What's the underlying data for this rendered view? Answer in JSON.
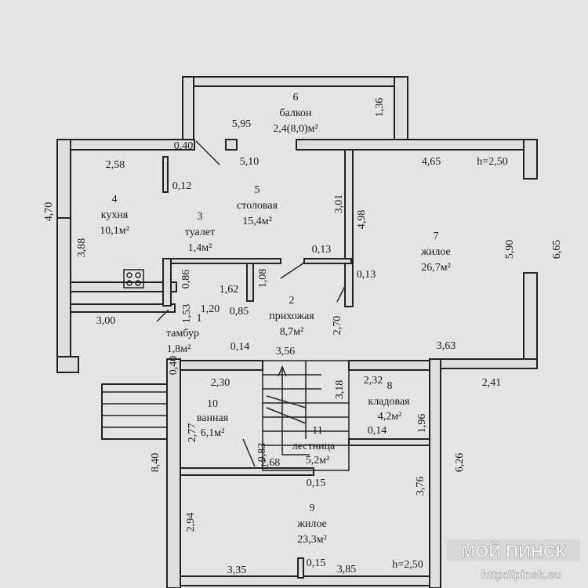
{
  "rooms": [
    {
      "num": "1",
      "name": "тамбур",
      "area": "1,8м²"
    },
    {
      "num": "2",
      "name": "прихожая",
      "area": "8,7м²"
    },
    {
      "num": "3",
      "name": "туалет",
      "area": "1,4м²"
    },
    {
      "num": "4",
      "name": "кухня",
      "area": "10,1м²"
    },
    {
      "num": "5",
      "name": "столовая",
      "area": "15,4м²"
    },
    {
      "num": "6",
      "name": "балкон",
      "area": "2,4(8,0)м²"
    },
    {
      "num": "7",
      "name": "жилое",
      "area": "26,7м²"
    },
    {
      "num": "8",
      "name": "кладовая",
      "area": "4,2м²"
    },
    {
      "num": "9",
      "name": "жилое",
      "area": "23,3м²"
    },
    {
      "num": "10",
      "name": "ванная",
      "area": "6,1м²"
    },
    {
      "num": "11",
      "name": "лестница",
      "area": "5,2м²"
    }
  ],
  "dims": {
    "d595": "5,95",
    "d136": "1,36",
    "d040a": "0,40",
    "d510": "5,10",
    "d258": "2,58",
    "d012": "0,12",
    "d465": "4,65",
    "h1": "h=2,50",
    "d470": "4,70",
    "d301": "3,01",
    "d498": "4,98",
    "d388": "3,88",
    "d013a": "0,13",
    "d590": "5,90",
    "d665": "6,65",
    "d086": "0,86",
    "d013b": "0,13",
    "d162": "1,62",
    "d108": "1,08",
    "d153": "1,53",
    "d120": "1,20",
    "d085": "0,85",
    "d300": "3,00",
    "d270": "2,70",
    "d363": "3,63",
    "d014a": "0,14",
    "d356": "3,56",
    "d040b": "0,40",
    "d230": "2,30",
    "d318": "3,18",
    "d232": "2,32",
    "d241": "2,41",
    "d277": "2,77",
    "d196": "1,96",
    "d014b": "0,14",
    "d083": "0,83",
    "d268": "2,68",
    "d840": "8,40",
    "d015a": "0,15",
    "d626": "6,26",
    "d376": "3,76",
    "d294": "2,94",
    "d335": "3,35",
    "d015b": "0,15",
    "d385": "3,85",
    "h2": "h=2,50"
  },
  "watermark": {
    "brand": "МОЙ ПИНСК",
    "url": "http://pinsk.eu"
  }
}
